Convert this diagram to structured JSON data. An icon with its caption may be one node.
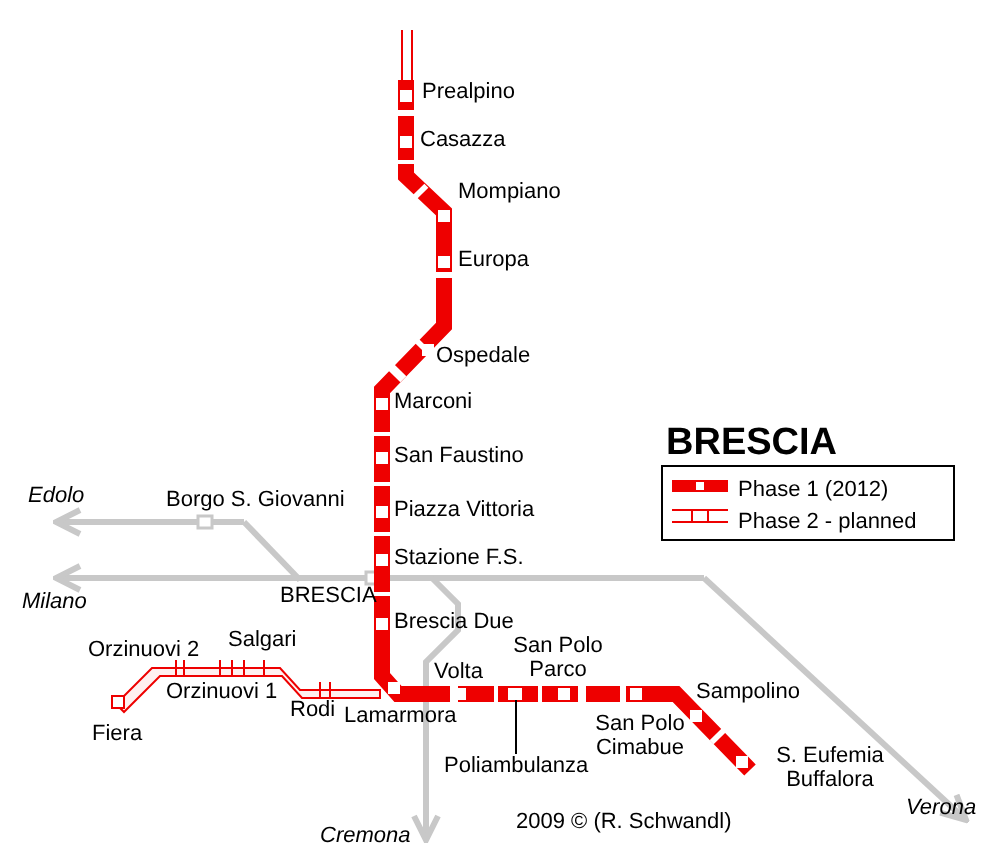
{
  "diagram": {
    "title": "BRESCIA",
    "nodes": [
      {
        "text": [
          "Poliambulanza"
        ]
      },
      {
        "text": [],
        "shape": "box"
      }
    ],
    "edges": [
      {
        "from": 0,
        "to": 1,
        "arrow": "none"
      }
    ],
    "labels": [
      "Prealpino",
      "Casazza",
      "Mompiano",
      "Europa",
      "Ospedale",
      "Marconi",
      "San Faustino",
      "Piazza Vittoria",
      "Edolo",
      "Borgo S. Giovanni",
      "Stazione F.S.",
      "Milano",
      "BRESCIA",
      "Brescia Due",
      "Orzinuovi 2",
      "Salgari",
      "Orzinuovi 1",
      "Volta",
      "San Polo Parco",
      "Fiera",
      "Rodi",
      "Lamarmora",
      "Sampolino",
      "San Polo Cimabue",
      "S. Eufemia Buffalora",
      "Cremona",
      "2009 © (R. Schwandl)",
      "Verona"
    ],
    "legend": [
      {
        "text": "Phase 1 (2012)"
      },
      {
        "text": "Phase 2 - planned"
      }
    ]
  }
}
